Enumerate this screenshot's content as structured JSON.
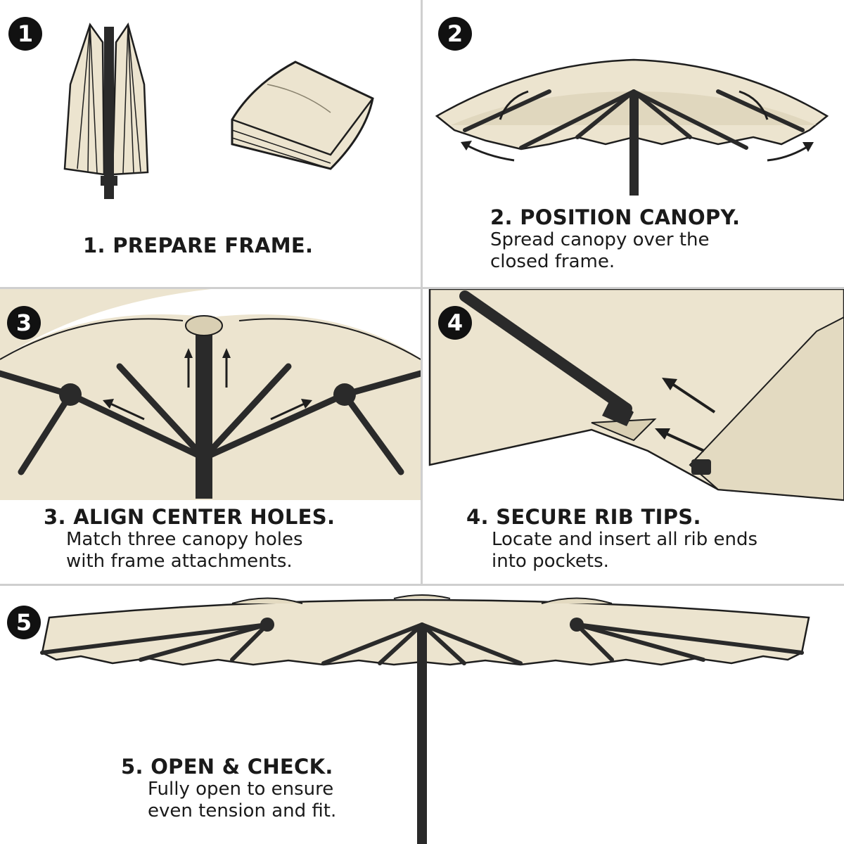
{
  "steps": [
    {
      "number": "1",
      "title": "1. PREPARE FRAME.",
      "description": ""
    },
    {
      "number": "2",
      "title": "2. POSITION CANOPY.",
      "description": "Spread canopy over the\nclosed frame."
    },
    {
      "number": "3",
      "title": "3. ALIGN CENTER HOLES.",
      "description": "Match three canopy holes\nwith frame attachments."
    },
    {
      "number": "4",
      "title": "4. SECURE RIB TIPS.",
      "description": "Locate and insert all rib ends\ninto pockets."
    },
    {
      "number": "5",
      "title": "5. OPEN & CHECK.",
      "description": "Fully open to ensure\neven tension and fit."
    }
  ],
  "colors": {
    "canopy": "#ece4cf",
    "canopy_shade": "#d9cfb3",
    "frame": "#2a2a2a",
    "badge": "#111111",
    "divider": "#cfcfcf"
  }
}
